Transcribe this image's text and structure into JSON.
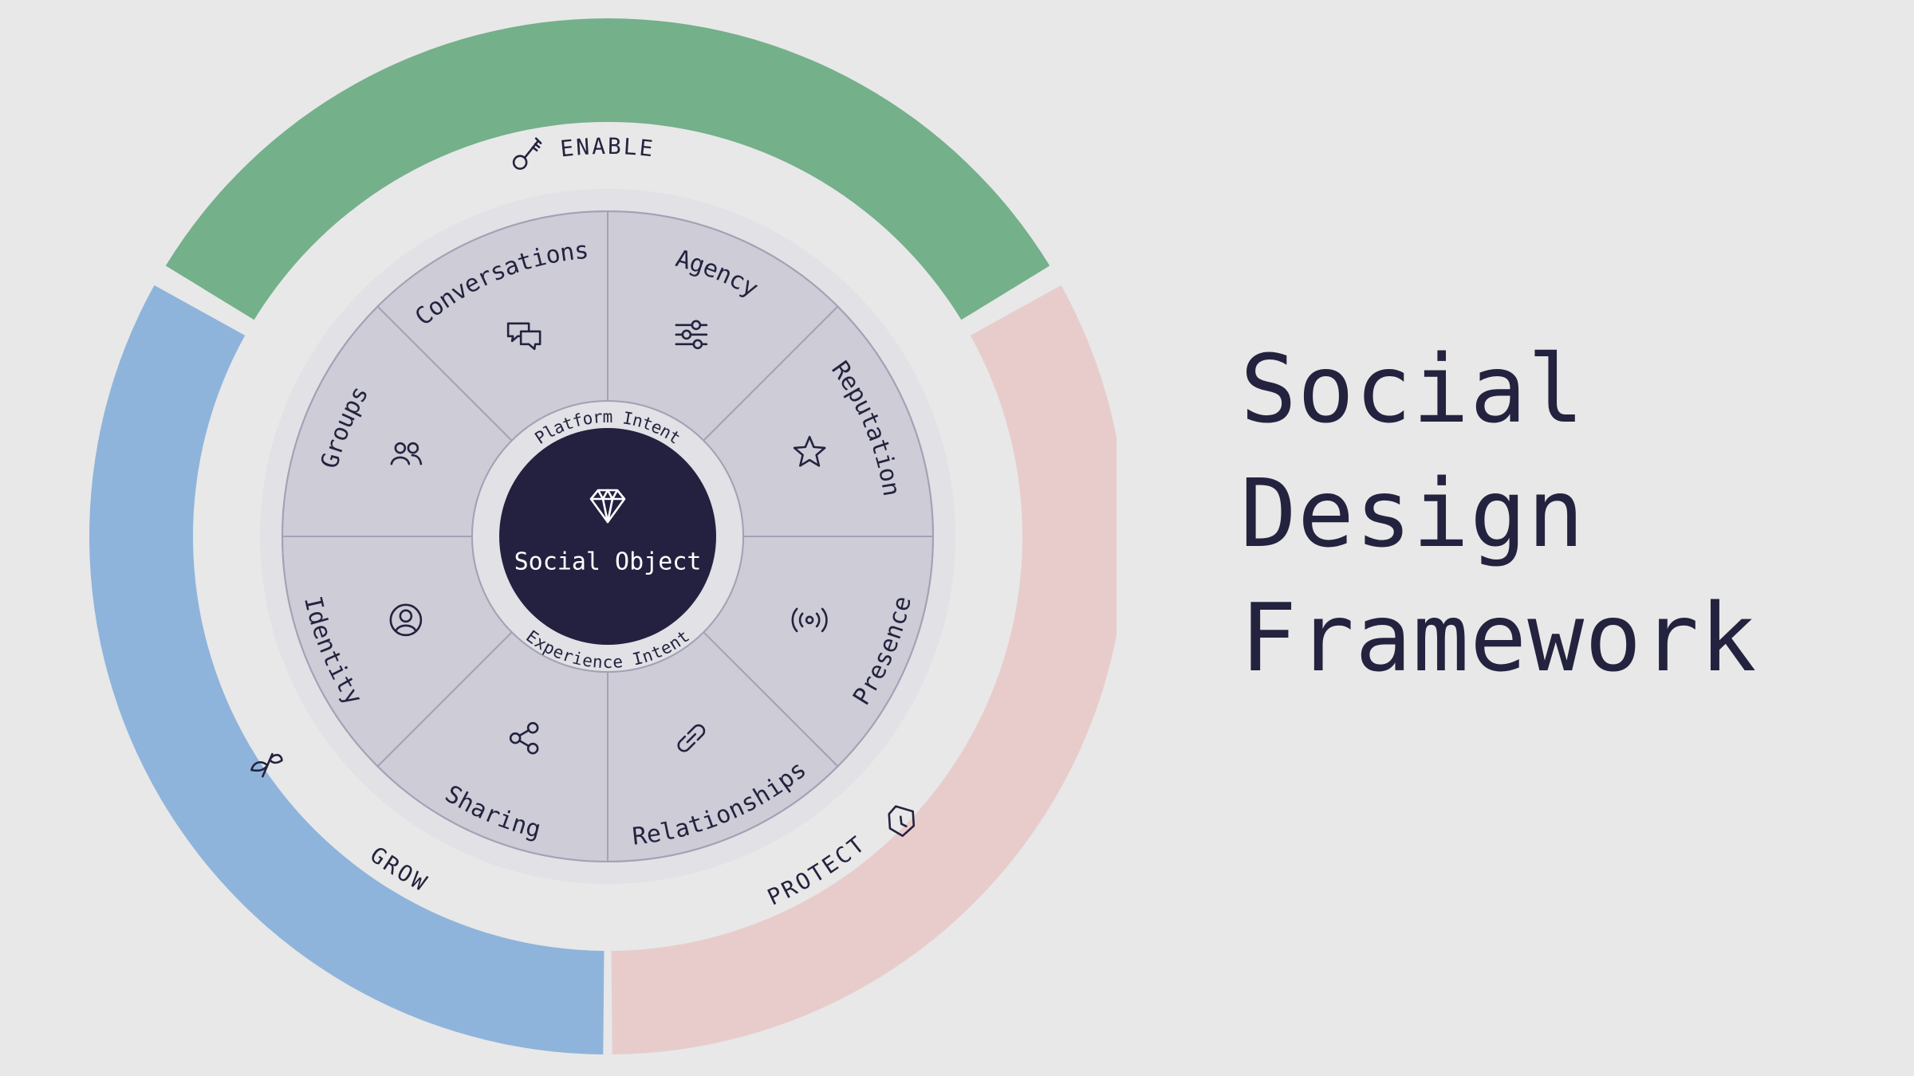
{
  "title": {
    "line1": "Social",
    "line2": "Design",
    "line3": "Framework"
  },
  "center": {
    "label": "Social Object",
    "icon": "diamond-icon"
  },
  "ring_labels": {
    "top": "Platform Intent",
    "bottom": "Experience Intent"
  },
  "outer_arcs": [
    {
      "id": "enable",
      "label": "ENABLE",
      "icon": "key-icon",
      "color": "#74b08a"
    },
    {
      "id": "protect",
      "label": "PROTECT",
      "icon": "shield-icon",
      "color": "#e8cccc"
    },
    {
      "id": "grow",
      "label": "GROW",
      "icon": "sprout-icon",
      "color": "#8fb4db"
    }
  ],
  "segments": [
    {
      "id": "agency",
      "label": "Agency",
      "icon": "sliders-icon"
    },
    {
      "id": "reputation",
      "label": "Reputation",
      "icon": "star-icon"
    },
    {
      "id": "presence",
      "label": "Presence",
      "icon": "broadcast-icon"
    },
    {
      "id": "relationships",
      "label": "Relationships",
      "icon": "link-icon"
    },
    {
      "id": "sharing",
      "label": "Sharing",
      "icon": "share-icon"
    },
    {
      "id": "identity",
      "label": "Identity",
      "icon": "user-circle-icon"
    },
    {
      "id": "groups",
      "label": "Groups",
      "icon": "users-icon"
    },
    {
      "id": "conversations",
      "label": "Conversations",
      "icon": "chat-bubbles-icon"
    }
  ],
  "colors": {
    "background": "#e8e8e8",
    "segment_fill": "#cdccd7",
    "segment_stroke": "#a3a2b5",
    "center_fill": "#23213f",
    "inner_ring": "#e1e1e6",
    "text": "#23233f"
  }
}
